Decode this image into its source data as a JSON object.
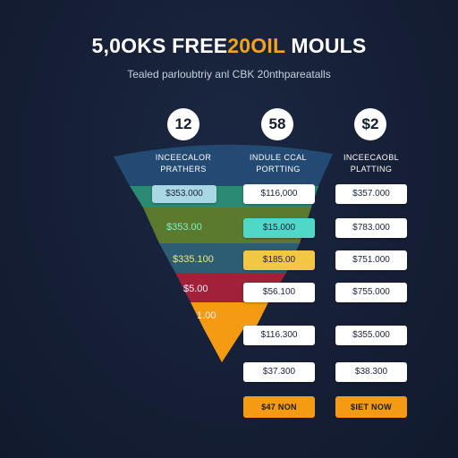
{
  "header": {
    "title_main": "5,0OKS FREE",
    "title_accent": "20OIL",
    "title_tail": " MOULS",
    "subtitle": "Tealed parloubtriy anl CBK 20nthpareatalls"
  },
  "columns": [
    {
      "badge": "12",
      "head_line1": "INCEECALOR",
      "head_line2": "PRATHERS",
      "prices": [
        "$353.000",
        "$353.00",
        "$335.100",
        "$5.00",
        "1.00"
      ],
      "cta": ""
    },
    {
      "badge": "58",
      "head_line1": "INDULE CCAL",
      "head_line2": "PORTTING",
      "prices": [
        "$116,000",
        "$15.000",
        "$185.00",
        "$56.100",
        "$116.300",
        "$37.300"
      ],
      "cta": "$47 NON"
    },
    {
      "badge": "$2",
      "head_line1": "INCEECAOBL",
      "head_line2": "PLATTING",
      "prices": [
        "$357.000",
        "$783.000",
        "$751.000",
        "$755.000",
        "$355.000",
        "$38.300"
      ],
      "cta": "$IET NOW"
    }
  ],
  "colors": {
    "funnel": [
      "#3b2e6f",
      "#234a72",
      "#2a8a73",
      "#5b7a2e",
      "#2d5d72",
      "#a1203a",
      "#f59a13"
    ],
    "price_teal": "#4fd8c8",
    "price_yellow": "#f2c744",
    "cta": "#f59a13"
  }
}
